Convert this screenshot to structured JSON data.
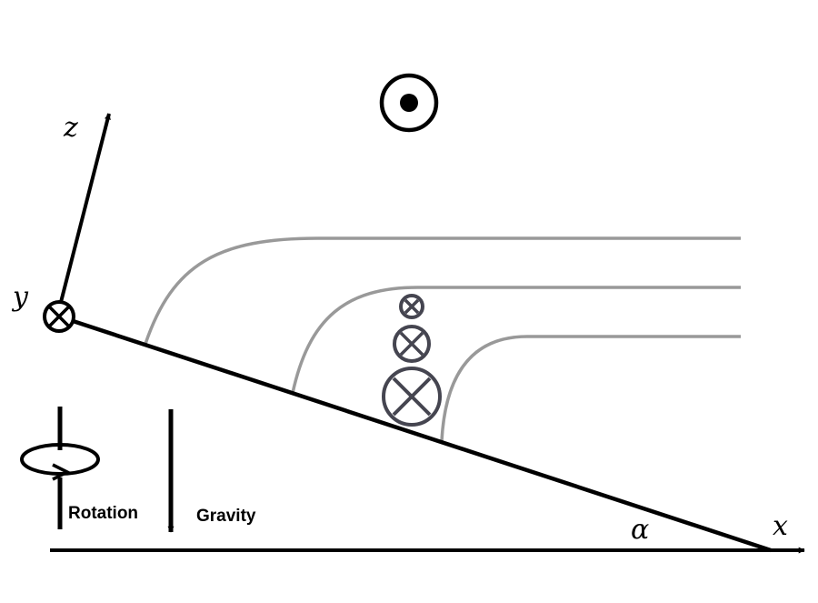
{
  "labels": {
    "z_axis": "z",
    "y_axis": "y",
    "x_axis": "x",
    "angle": "α",
    "rotation": "Rotation",
    "gravity": "Gravity"
  },
  "colors": {
    "axis": "#000000",
    "streamline": "#999999",
    "vortex_symbol": "#454550"
  },
  "icons": {
    "out_of_page": "circle-dot-icon",
    "into_page": "circle-cross-icon",
    "rotation": "rotation-loop-icon"
  }
}
